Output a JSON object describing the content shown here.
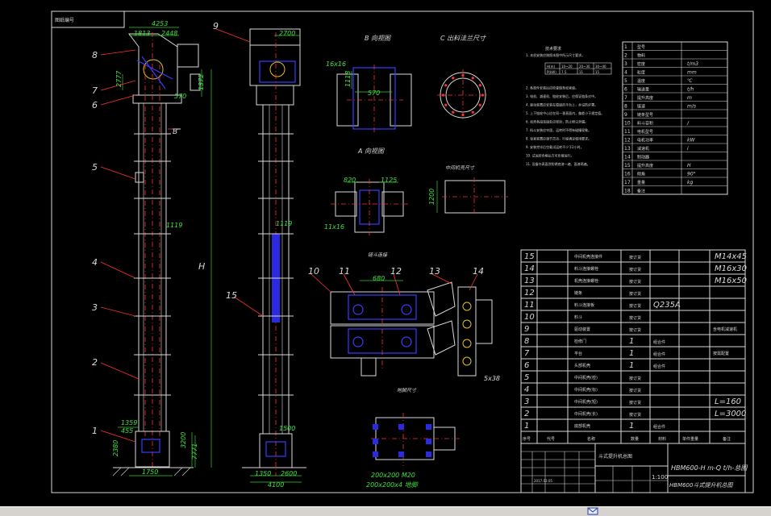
{
  "drawing": {
    "corner_label": "图纸编号",
    "views": {
      "b_title": "B 向视图",
      "c_title": "C 出料法兰尺寸",
      "a_title": "A 向视图",
      "mid_title": "中间机壳尺寸",
      "chain_title": "链斗连接",
      "base_title": "地脚尺寸"
    },
    "callouts_left": [
      "8",
      "7",
      "6",
      "5",
      "4",
      "3",
      "2",
      "1"
    ],
    "callouts_mid": [
      "9",
      "15"
    ],
    "callouts_detail": [
      "10",
      "11",
      "12",
      "13",
      "14"
    ],
    "axis_letters": {
      "h": "H",
      "b": "B"
    },
    "dims": {
      "top_width": "4253",
      "top_left": "1813",
      "top_right": "2448",
      "d2777": "2777",
      "d570": "570",
      "d1372": "1372",
      "d1119": "1119",
      "d1359": "1359",
      "d455": "455",
      "d2380": "2380",
      "d1750": "1750",
      "d3200": "3200",
      "d7771": "7771",
      "mid_top": "2700",
      "mid_1119": "1119",
      "mid_1500": "1500",
      "mid_bottom1": "1350",
      "mid_bottom2": "2600",
      "mid_bottom3": "4100",
      "b_1": "16x16",
      "b_2": "570",
      "b_3": "1118",
      "a_1": "820",
      "a_2": "1125",
      "a_3": "11x16",
      "mid_h": "1200",
      "chain_w": "680",
      "chain_pitch": "5x38",
      "base_1": "200x200 M20",
      "base_2": "200x200x4 地脚"
    },
    "notes_title": "技术要求",
    "notes": [
      "1. 本机安装应按照本图中所示尺寸要求。",
      "2. 各部件安装后应检查链条松紧度。",
      "3. 电机、减速机、链轮安装后，应保证链条对中。",
      "4. 驱动装置应安装在稳固的平台上，并设防护罩。",
      "5. 上下链轮中心应在同一垂直面内，偏差小于规定值。",
      "6. 机壳各段连接处应密封，防止粉尘泄漏。",
      "7. 料斗安装应牢固，运转时不得有碰撞现象。",
      "8. 张紧装置应调节灵活，行程满足使用要求。",
      "9. 安装完毕后空载试运转不少于2小时。",
      "10. 试运转合格后方可负载运行。",
      "11. 设备外表面涂防锈底漆一遍、面漆两遍。"
    ],
    "notes_table": {
      "row1": [
        "H(m)",
        "10~20",
        "20~30",
        "30~40"
      ],
      "row2": [
        "P(kW)",
        "7.5",
        "11",
        "15"
      ]
    },
    "param_table": {
      "rows": [
        [
          "1",
          "型号",
          ""
        ],
        [
          "2",
          "物料",
          ""
        ],
        [
          "3",
          "密度",
          "t/m3"
        ],
        [
          "4",
          "粒度",
          "mm"
        ],
        [
          "5",
          "温度",
          "℃"
        ],
        [
          "6",
          "输送量",
          "t/h"
        ],
        [
          "7",
          "提升高度",
          "m"
        ],
        [
          "8",
          "链速",
          "m/s"
        ],
        [
          "9",
          "链条型号",
          ""
        ],
        [
          "10",
          "料斗容积",
          "/"
        ],
        [
          "11",
          "电机型号",
          ""
        ],
        [
          "12",
          "电机功率",
          "kW"
        ],
        [
          "13",
          "减速机",
          "i"
        ],
        [
          "14",
          "制动器",
          ""
        ],
        [
          "15",
          "提升高度",
          "H"
        ],
        [
          "16",
          "倾角",
          "90°"
        ],
        [
          "17",
          "重量",
          "kg"
        ],
        [
          "18",
          "备注",
          ""
        ]
      ]
    },
    "parts_list": {
      "rows": [
        {
          "no": "15",
          "name": "中间机壳连接件",
          "qty": "按订货",
          "mat": "",
          "spec": "M14x45",
          "remark": ""
        },
        {
          "no": "14",
          "name": "料斗连接螺栓",
          "qty": "按订货",
          "mat": "",
          "spec": "M16x30",
          "remark": ""
        },
        {
          "no": "13",
          "name": "机壳连接螺栓",
          "qty": "按订货",
          "mat": "",
          "spec": "M16x50",
          "remark": ""
        },
        {
          "no": "12",
          "name": "链条",
          "qty": "按订货",
          "mat": "",
          "spec": "",
          "remark": ""
        },
        {
          "no": "11",
          "name": "料斗连接板",
          "qty": "按订货",
          "mat": "Q235A",
          "spec": "",
          "remark": ""
        },
        {
          "no": "10",
          "name": "料斗",
          "qty": "按订货",
          "mat": "",
          "spec": "",
          "remark": ""
        },
        {
          "no": "9",
          "name": "驱动装置",
          "qty": "按订货",
          "mat": "",
          "spec": "",
          "remark": "含电机减速机"
        },
        {
          "no": "8",
          "name": "检修门",
          "qty": "1",
          "mat": "组合件",
          "spec": "",
          "remark": ""
        },
        {
          "no": "7",
          "name": "平台",
          "qty": "1",
          "mat": "组合件",
          "spec": "",
          "remark": "按需配置"
        },
        {
          "no": "6",
          "name": "头部机壳",
          "qty": "1",
          "mat": "组合件",
          "spec": "",
          "remark": ""
        },
        {
          "no": "5",
          "name": "中间机壳(检)",
          "qty": "按订货",
          "mat": "",
          "spec": "",
          "remark": ""
        },
        {
          "no": "4",
          "name": "中间机壳(标)",
          "qty": "按订货",
          "mat": "",
          "spec": "",
          "remark": ""
        },
        {
          "no": "3",
          "name": "中间机壳(短)",
          "qty": "按订货",
          "mat": "",
          "spec": "L=160",
          "remark": ""
        },
        {
          "no": "2",
          "name": "中间机壳(长)",
          "qty": "按订货",
          "mat": "",
          "spec": "L=3000",
          "remark": ""
        },
        {
          "no": "1",
          "name": "底部机壳",
          "qty": "1",
          "mat": "组合件",
          "spec": "",
          "remark": ""
        }
      ],
      "header": [
        "序号",
        "代号",
        "名称",
        "数量",
        "材料",
        "单件重量",
        "备注"
      ]
    },
    "title_block": {
      "company": "斗式提升机总图",
      "model": "HBM600-H m-Q t/h-总图",
      "scale": "1:100",
      "drawing_name": "HBM600斗式提升机总图",
      "date": "2017.03.05"
    }
  },
  "statusbar": {
    "tray_icon": "mail-tray-icon"
  }
}
